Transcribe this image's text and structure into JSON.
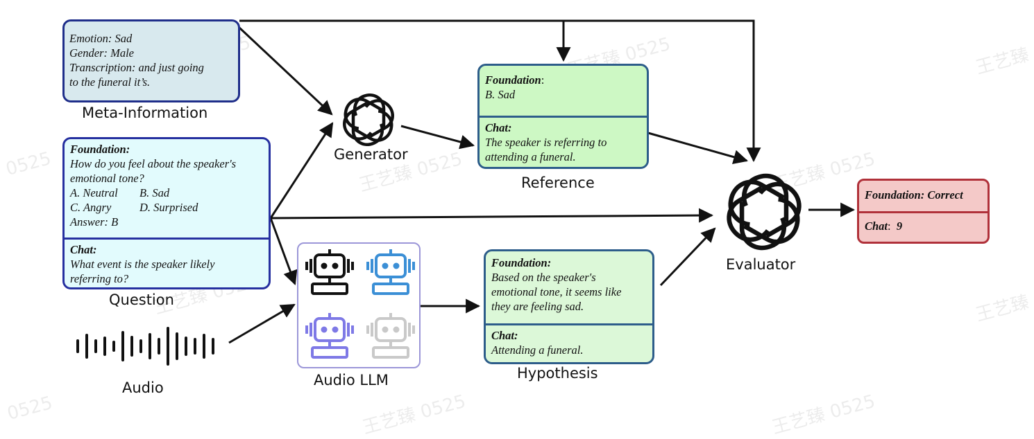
{
  "meta_information": {
    "caption": "Meta-Information",
    "lines": [
      "Emotion: Sad",
      "Gender: Male",
      "Transcription: and just going",
      "to the funeral it’s."
    ]
  },
  "question": {
    "caption": "Question",
    "foundation_heading": "Foundation:",
    "foundation_lines": [
      "How do you feel about the speaker's",
      "emotional tone?"
    ],
    "options": [
      "A. Neutral",
      "B. Sad",
      "C. Angry",
      "D. Surprised"
    ],
    "answer": "Answer: B",
    "chat_heading": "Chat:",
    "chat_lines": [
      "What event is the speaker likely",
      "referring to?"
    ]
  },
  "audio": {
    "caption": "Audio"
  },
  "generator": {
    "caption": "Generator"
  },
  "reference": {
    "caption": "Reference",
    "foundation_heading": "Foundation",
    "foundation_colon": ":",
    "foundation_answer": "B. Sad",
    "chat_heading": "Chat:",
    "chat_lines": [
      "The speaker is referring to",
      "attending a funeral."
    ]
  },
  "audio_llm": {
    "caption": "Audio LLM"
  },
  "hypothesis": {
    "caption": "Hypothesis",
    "foundation_heading": "Foundation:",
    "foundation_lines": [
      "Based on the speaker's",
      "emotional tone, it seems like",
      "they are feeling sad."
    ],
    "chat_heading": "Chat:",
    "chat_lines": [
      "Attending a funeral."
    ]
  },
  "evaluator": {
    "caption": "Evaluator"
  },
  "result": {
    "foundation_text": "Foundation: Correct",
    "chat_heading": "Chat",
    "chat_colon": ":",
    "chat_score": "9"
  },
  "watermark": {
    "name": "王艺臻",
    "number": "0525",
    "full": "王艺臻 0525"
  },
  "colors": {
    "meta_fill": "#d8e9ee",
    "dark_navy": "#1f2e8a",
    "question_fill": "#e2fbfd",
    "question_border": "#2630a0",
    "green_fill": "#cdf8c4",
    "green_border": "#2d5d8a",
    "hyp_fill": "#dcf8d8",
    "result_fill": "#f4c9c8",
    "result_border": "#b0313a",
    "llm_border": "#9b96d8",
    "robot_black": "#111111",
    "robot_blue": "#3b8fd6",
    "robot_purple": "#7e79e6",
    "robot_gray": "#c9c9c9"
  },
  "icons": [
    "openai-logo-icon",
    "audio-waveform-icon",
    "robot-icon"
  ]
}
